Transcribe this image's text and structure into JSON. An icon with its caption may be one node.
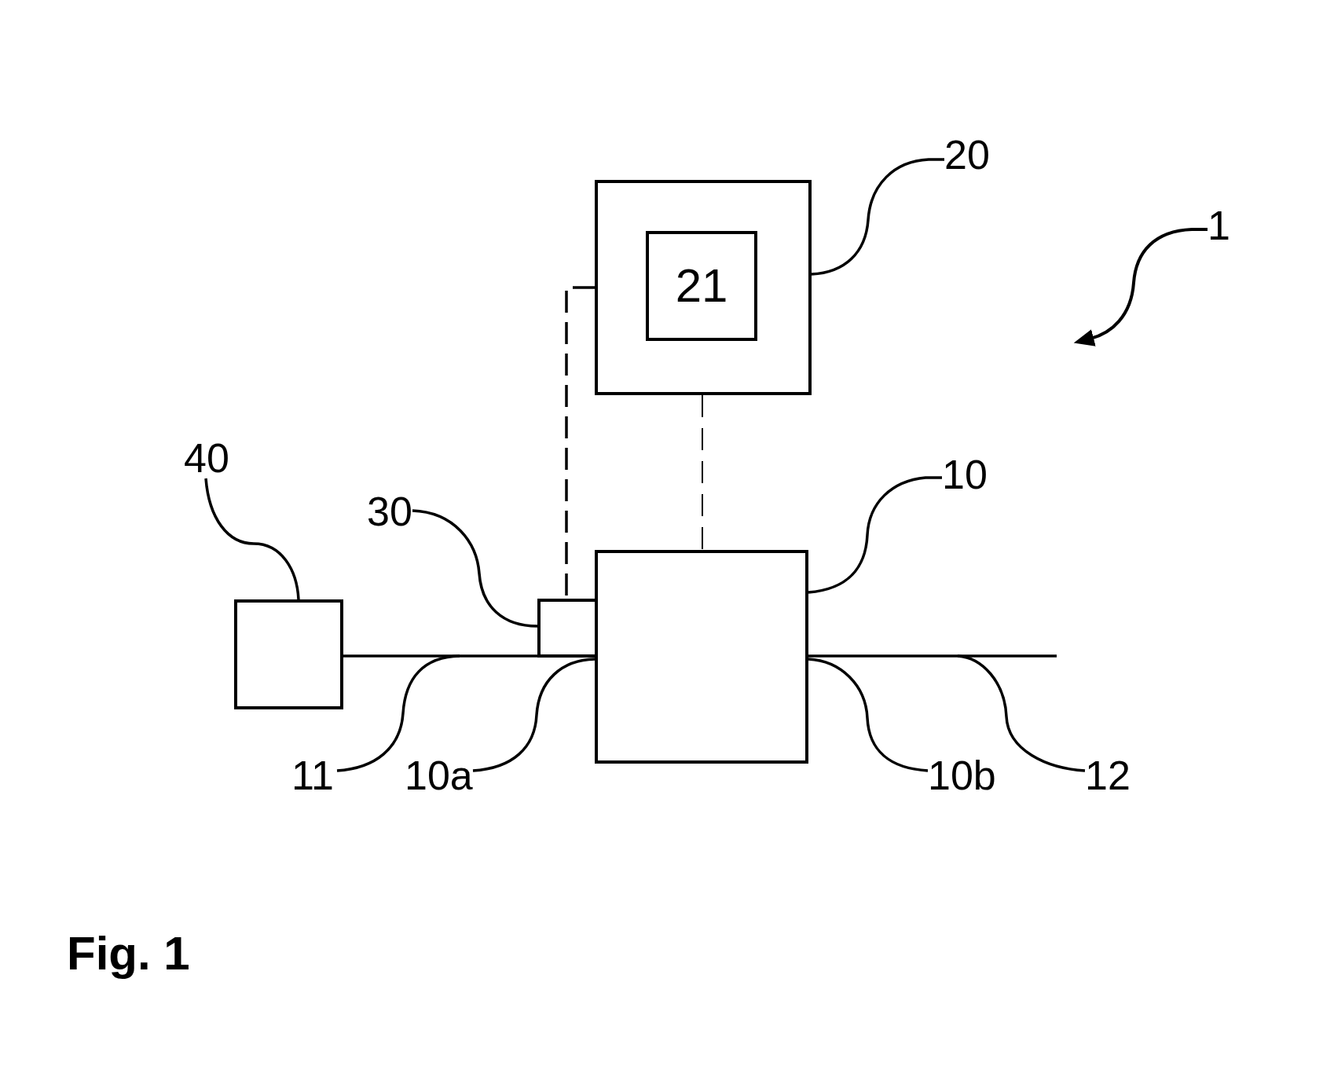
{
  "diagram": {
    "caption": "Fig. 1",
    "nodes": [
      {
        "text": [
          "20"
        ]
      },
      {
        "text": [],
        "shape": "box"
      },
      {
        "text": [
          "21"
        ],
        "in": 1
      },
      {
        "text": [
          "1"
        ]
      },
      {
        "text": [
          "40"
        ]
      },
      {
        "text": [
          "10"
        ]
      },
      {
        "text": [
          "30"
        ]
      },
      {
        "text": [],
        "shape": "box"
      },
      {
        "text": [],
        "shape": "box"
      },
      {
        "text": [],
        "shape": "box"
      },
      {
        "text": [
          "11"
        ]
      },
      {
        "text": [
          "10a"
        ]
      },
      {
        "text": [
          "10b"
        ]
      },
      {
        "text": [
          "12"
        ]
      }
    ],
    "edges": [
      {
        "from": 0,
        "to": 1,
        "arrow": "none"
      },
      {
        "from": 3,
        "to": null,
        "arrow": "to"
      },
      {
        "from": 4,
        "to": 7,
        "arrow": "none"
      },
      {
        "from": 6,
        "to": 8,
        "arrow": "none"
      },
      {
        "from": 5,
        "to": 9,
        "arrow": "none"
      },
      {
        "from": 1,
        "to": 9,
        "arrow": "none",
        "style": "dashed"
      },
      {
        "from": 1,
        "to": 8,
        "arrow": "none",
        "style": "dashed"
      },
      {
        "from": 7,
        "to": 9,
        "arrow": "none"
      },
      {
        "from": 9,
        "to": null,
        "arrow": "none"
      },
      {
        "from": 10,
        "to": null,
        "arrow": "none"
      },
      {
        "from": 11,
        "to": 9,
        "arrow": "none"
      },
      {
        "from": 12,
        "to": 9,
        "arrow": "none"
      },
      {
        "from": 13,
        "to": null,
        "arrow": "none"
      }
    ]
  }
}
